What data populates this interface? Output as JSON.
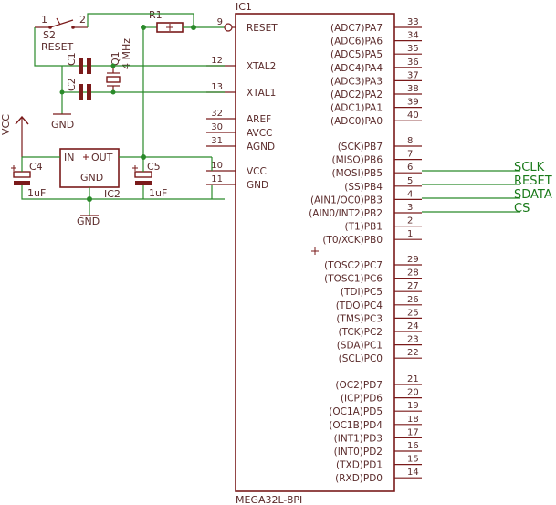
{
  "ic1": {
    "ref": "IC1",
    "value": "MEGA32L-8PI",
    "left_pins": [
      {
        "name": "RESET",
        "num": "9"
      },
      {
        "name": "XTAL2",
        "num": "12"
      },
      {
        "name": "XTAL1",
        "num": "13"
      },
      {
        "name": "AREF",
        "num": "32"
      },
      {
        "name": "AVCC",
        "num": "30"
      },
      {
        "name": "AGND",
        "num": "31"
      },
      {
        "name": "VCC",
        "num": "10"
      },
      {
        "name": "GND",
        "num": "11"
      }
    ],
    "right_pins": [
      {
        "name": "(ADC7)PA7",
        "num": "33"
      },
      {
        "name": "(ADC6)PA6",
        "num": "34"
      },
      {
        "name": "(ADC5)PA5",
        "num": "35"
      },
      {
        "name": "(ADC4)PA4",
        "num": "36"
      },
      {
        "name": "(ADC3)PA3",
        "num": "37"
      },
      {
        "name": "(ADC2)PA2",
        "num": "38"
      },
      {
        "name": "(ADC1)PA1",
        "num": "39"
      },
      {
        "name": "(ADC0)PA0",
        "num": "40"
      },
      {
        "name": "(SCK)PB7",
        "num": "8"
      },
      {
        "name": "(MISO)PB6",
        "num": "7"
      },
      {
        "name": "(MOSI)PB5",
        "num": "6"
      },
      {
        "name": "(SS)PB4",
        "num": "5"
      },
      {
        "name": "(AIN1/OC0)PB3",
        "num": "4"
      },
      {
        "name": "(AIN0/INT2)PB2",
        "num": "3"
      },
      {
        "name": "(T1)PB1",
        "num": "2"
      },
      {
        "name": "(T0/XCK)PB0",
        "num": "1"
      },
      {
        "name": "(TOSC2)PC7",
        "num": "29"
      },
      {
        "name": "(TOSC1)PC6",
        "num": "28"
      },
      {
        "name": "(TDI)PC5",
        "num": "27"
      },
      {
        "name": "(TDO)PC4",
        "num": "26"
      },
      {
        "name": "(TMS)PC3",
        "num": "25"
      },
      {
        "name": "(TCK)PC2",
        "num": "24"
      },
      {
        "name": "(SDA)PC1",
        "num": "23"
      },
      {
        "name": "(SCL)PC0",
        "num": "22"
      },
      {
        "name": "(OC2)PD7",
        "num": "21"
      },
      {
        "name": "(ICP)PD6",
        "num": "20"
      },
      {
        "name": "(OC1A)PD5",
        "num": "19"
      },
      {
        "name": "(OC1B)PD4",
        "num": "18"
      },
      {
        "name": "(INT1)PD3",
        "num": "17"
      },
      {
        "name": "(INT0)PD2",
        "num": "16"
      },
      {
        "name": "(TXD)PD1",
        "num": "15"
      },
      {
        "name": "(RXD)PD0",
        "num": "14"
      }
    ]
  },
  "signals": {
    "sclk": "SCLK",
    "reset": "RESET",
    "sdata": "SDATA",
    "cs": "CS"
  },
  "switch": {
    "ref": "S2",
    "value": "RESET",
    "pin1": "1",
    "pin2": "2"
  },
  "resistor": {
    "ref": "R1"
  },
  "crystal": {
    "ref": "Q1",
    "value": "4 MHz"
  },
  "caps": {
    "c1": "C1",
    "c2": "C2",
    "c4": "C4",
    "c5": "C5",
    "c4_value": "1uF",
    "c5_value": "1uF"
  },
  "regulator": {
    "ref": "IC2",
    "in": "IN",
    "out": "OUT",
    "gnd": "GND"
  },
  "power": {
    "vcc": "VCC",
    "gnd1": "GND",
    "gnd2": "GND"
  },
  "colors": {
    "wire": "#2a8a2a",
    "part": "#7a1a1a",
    "text": "#5a2a2a",
    "signal": "#1a7a1a"
  }
}
